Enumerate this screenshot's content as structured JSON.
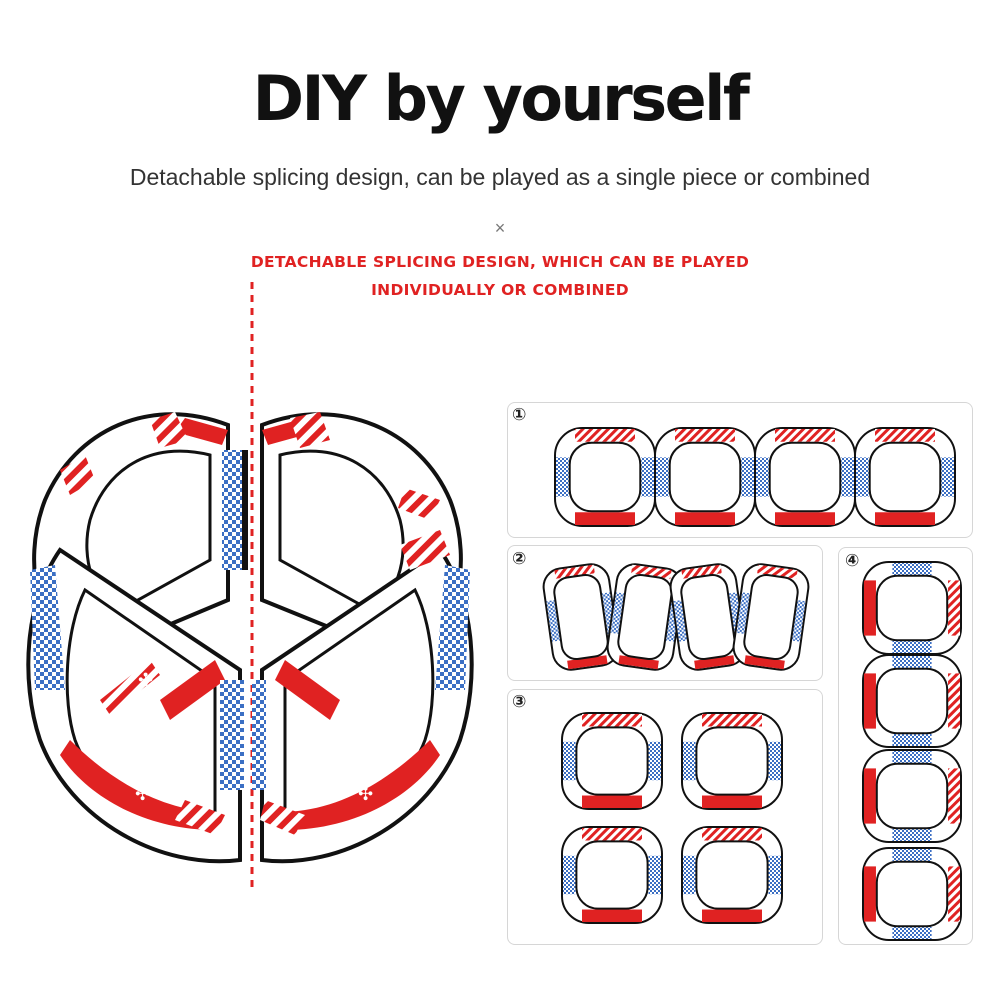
{
  "heading": "DIY by yourself",
  "subheading": "Detachable splicing design, can be played as a single piece or combined",
  "close_symbol": "×",
  "caption": {
    "line1": "DETACHABLE SPLICING DESIGN, WHICH CAN BE PLAYED",
    "line2": "INDIVIDUALLY OR COMBINED"
  },
  "panels": [
    {
      "number": "①"
    },
    {
      "number": "②"
    },
    {
      "number": "③"
    },
    {
      "number": "④"
    }
  ],
  "colors": {
    "accent_red": "#e02222",
    "checker_blue": "#3b6fc4",
    "outline": "#111111"
  }
}
